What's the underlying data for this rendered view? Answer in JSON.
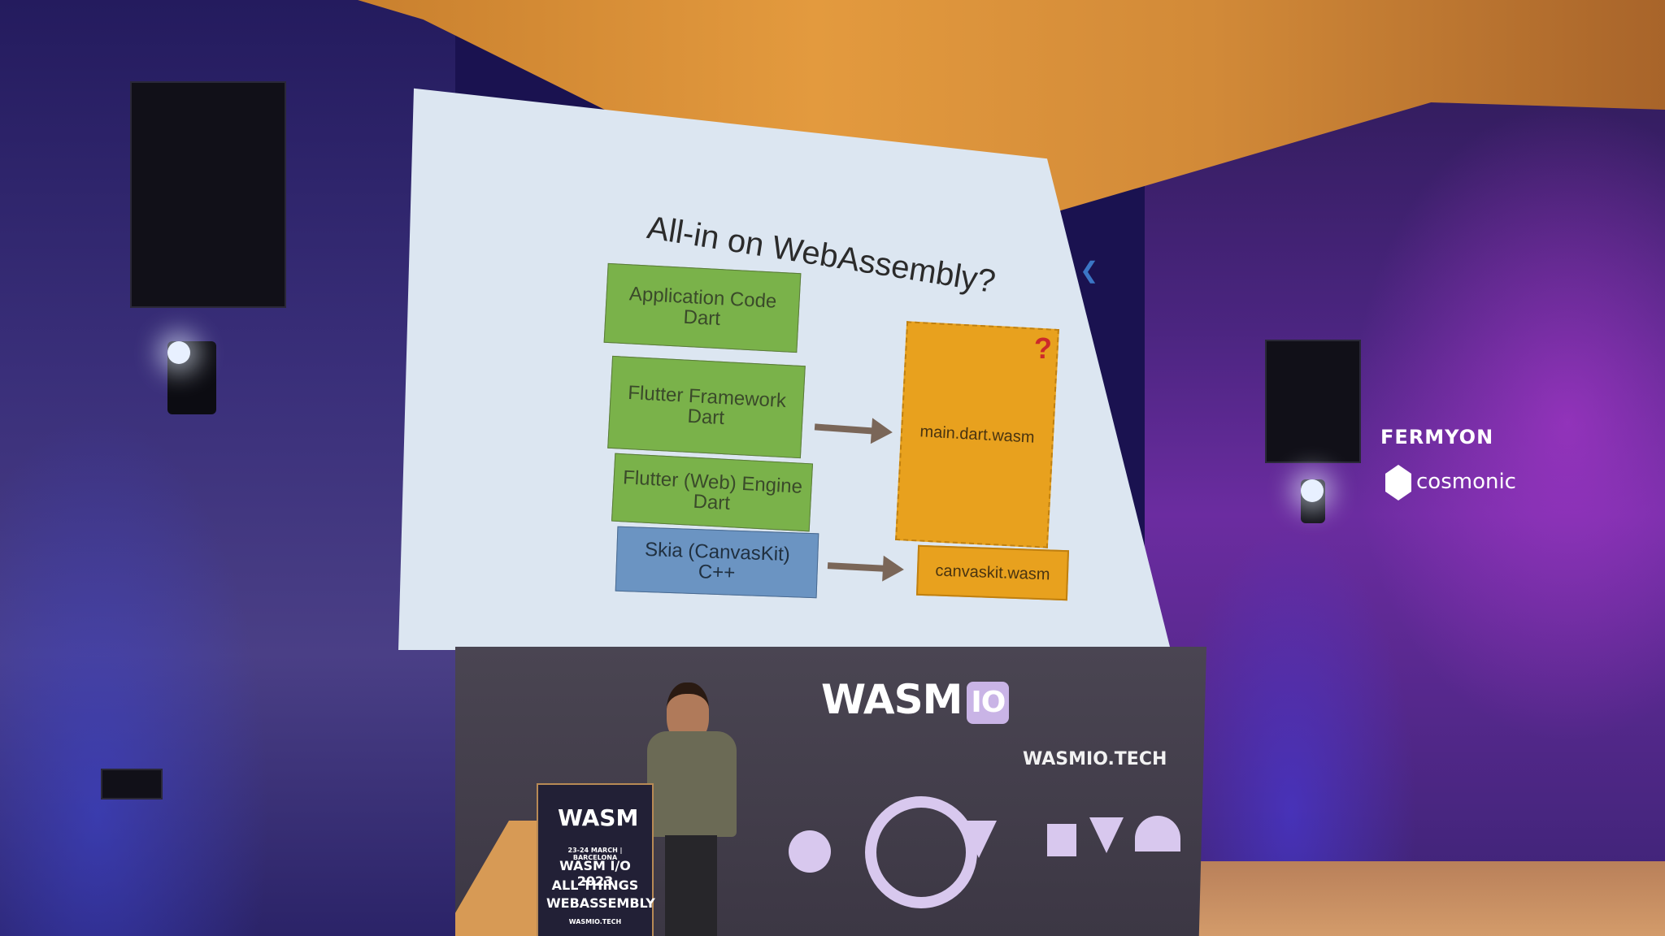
{
  "slide": {
    "title": "All-in on WebAssembly?",
    "stack": [
      {
        "line1": "Application Code",
        "line2": "Dart"
      },
      {
        "line1": "Flutter Framework",
        "line2": "Dart"
      },
      {
        "line1": "Flutter (Web) Engine",
        "line2": "Dart"
      },
      {
        "line1": "Skia (CanvasKit)",
        "line2": "C++"
      }
    ],
    "outputs": {
      "main": "main.dart.wasm",
      "canvaskit": "canvaskit.wasm"
    },
    "question_mark": "?"
  },
  "stage": {
    "logo_text": "WASM",
    "logo_badge": "IO",
    "url": "WASMIO.TECH"
  },
  "podium": {
    "logo_text": "WASM",
    "dates": "23-24 MARCH | BARCELONA",
    "event": "WASM I/O 2023",
    "tagline1": "ALL THINGS",
    "tagline2": "WEBASSEMBLY",
    "url": "WASMIO.TECH"
  },
  "sponsors": [
    "FERMYON",
    "cosmonic"
  ],
  "colors": {
    "slide_bg": "#dce6f1",
    "green_box": "#7ab24a",
    "blue_box": "#6b94c2",
    "orange_box": "#e8a11e",
    "arrow": "#7a6658",
    "question": "#cc2a2a"
  }
}
